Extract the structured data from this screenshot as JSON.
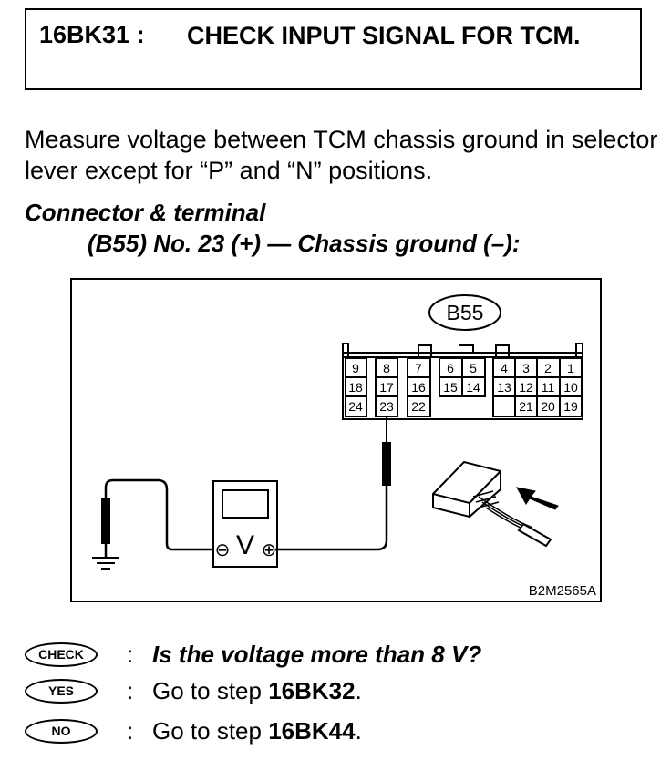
{
  "header": {
    "code": "16BK31 :",
    "title": "CHECK INPUT SIGNAL FOR TCM."
  },
  "instruction": "Measure voltage between TCM chassis ground in selector lever except for “P” and “N” positions.",
  "connector_terminal": {
    "heading": "Connector & terminal",
    "detail": "(B55) No. 23 (+) — Chassis ground (–):"
  },
  "figure": {
    "connector_label": "B55",
    "pins": {
      "row1": [
        "9",
        "8",
        "7",
        "6",
        "5",
        "4",
        "3",
        "2",
        "1"
      ],
      "row2": [
        "18",
        "17",
        "16",
        "15",
        "14",
        "13",
        "12",
        "11",
        "10"
      ],
      "row3": [
        "24",
        "23",
        "22",
        "21",
        "20",
        "19"
      ]
    },
    "meter_symbol": "V",
    "meter_minus": "⊖",
    "meter_plus": "⊕",
    "figure_code": "B2M2565A"
  },
  "checks": [
    {
      "tag": "CHECK",
      "text": "Is the voltage more than 8 V?"
    },
    {
      "tag": "YES",
      "prefix": "Go to step ",
      "step": "16BK32",
      "suffix": "."
    },
    {
      "tag": "NO",
      "prefix": "Go to step ",
      "step": "16BK44",
      "suffix": "."
    }
  ]
}
